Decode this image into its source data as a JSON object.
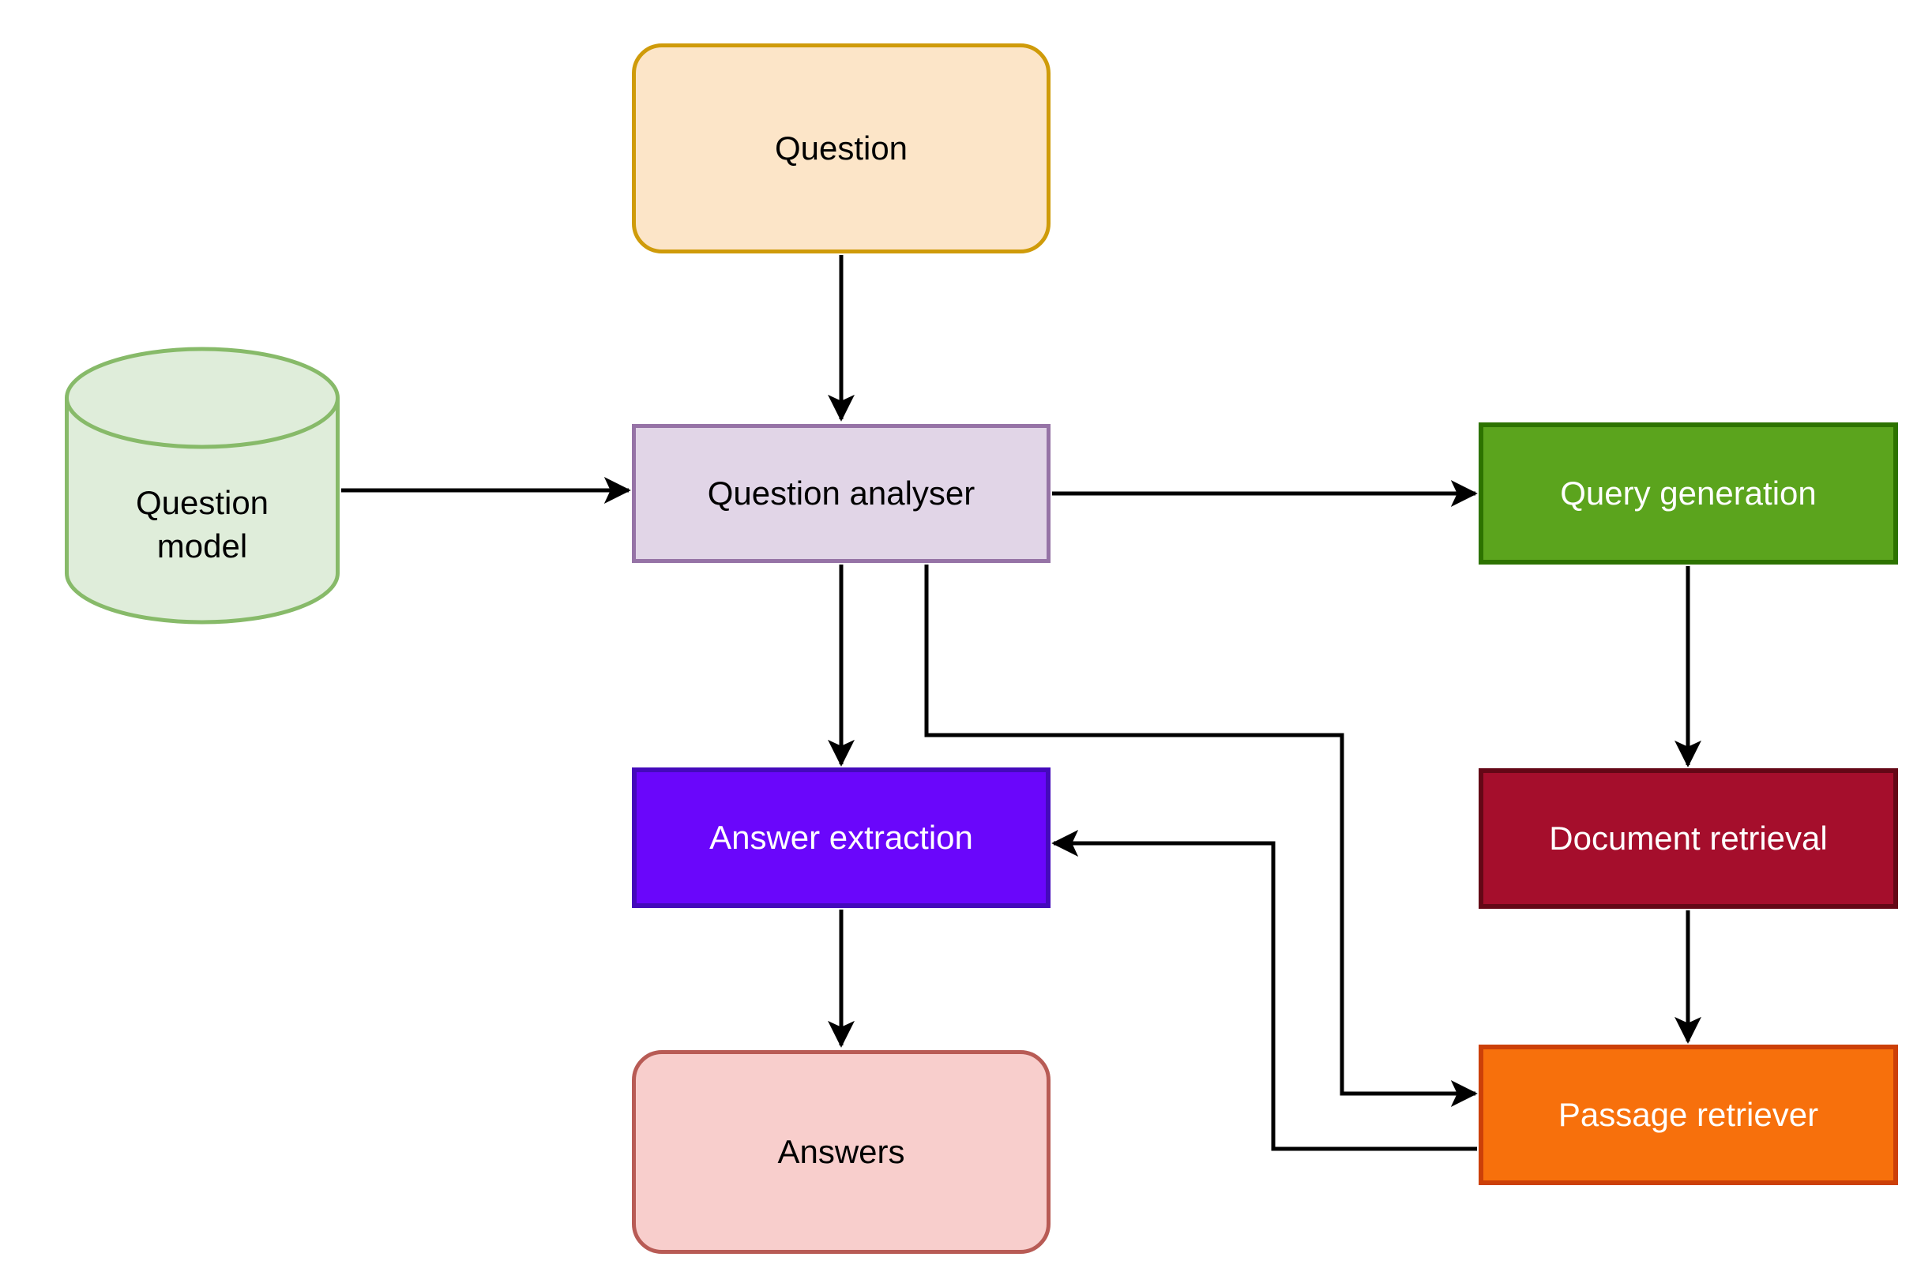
{
  "diagram": {
    "background": "#FFFFFF",
    "connector_color": "#000000",
    "nodes": [
      {
        "id": "question",
        "label": "Question",
        "shape": "rounded-rect",
        "fill": "#FCE5C8",
        "stroke": "#CF9B0A",
        "text_color": "#000000"
      },
      {
        "id": "question-model",
        "label": "Question model",
        "label_lines": [
          "Question",
          "model"
        ],
        "shape": "cylinder",
        "fill": "#DFEDDA",
        "stroke": "#87BA69",
        "text_color": "#000000"
      },
      {
        "id": "question-analyser",
        "label": "Question analyser",
        "shape": "rect",
        "fill": "#E1D5E7",
        "stroke": "#9673A6",
        "text_color": "#000000"
      },
      {
        "id": "query-generation",
        "label": "Query generation",
        "shape": "rect",
        "fill": "#5BA41D",
        "stroke": "#2D7300",
        "text_color": "#FFFFFF"
      },
      {
        "id": "document-retrieval",
        "label": "Document retrieval",
        "shape": "rect",
        "fill": "#A50E2C",
        "stroke": "#640716",
        "text_color": "#FFFFFF"
      },
      {
        "id": "passage-retriever",
        "label": "Passage retriever",
        "shape": "rect",
        "fill": "#F7700C",
        "stroke": "#CC4008",
        "text_color": "#FFFFFF"
      },
      {
        "id": "answer-extraction",
        "label": "Answer extraction",
        "shape": "rect",
        "fill": "#6A06FB",
        "stroke": "#4409BB",
        "text_color": "#FFFFFF"
      },
      {
        "id": "answers",
        "label": "Answers",
        "shape": "rounded-rect",
        "fill": "#F8CECC",
        "stroke": "#B85B55",
        "text_color": "#000000"
      }
    ],
    "edges": [
      {
        "from": "question",
        "to": "question-analyser"
      },
      {
        "from": "question-model",
        "to": "question-analyser"
      },
      {
        "from": "question-analyser",
        "to": "query-generation"
      },
      {
        "from": "query-generation",
        "to": "document-retrieval"
      },
      {
        "from": "document-retrieval",
        "to": "passage-retriever"
      },
      {
        "from": "question-analyser",
        "to": "answer-extraction"
      },
      {
        "from": "question-analyser",
        "to": "passage-retriever"
      },
      {
        "from": "passage-retriever",
        "to": "answer-extraction"
      },
      {
        "from": "answer-extraction",
        "to": "answers"
      }
    ]
  }
}
